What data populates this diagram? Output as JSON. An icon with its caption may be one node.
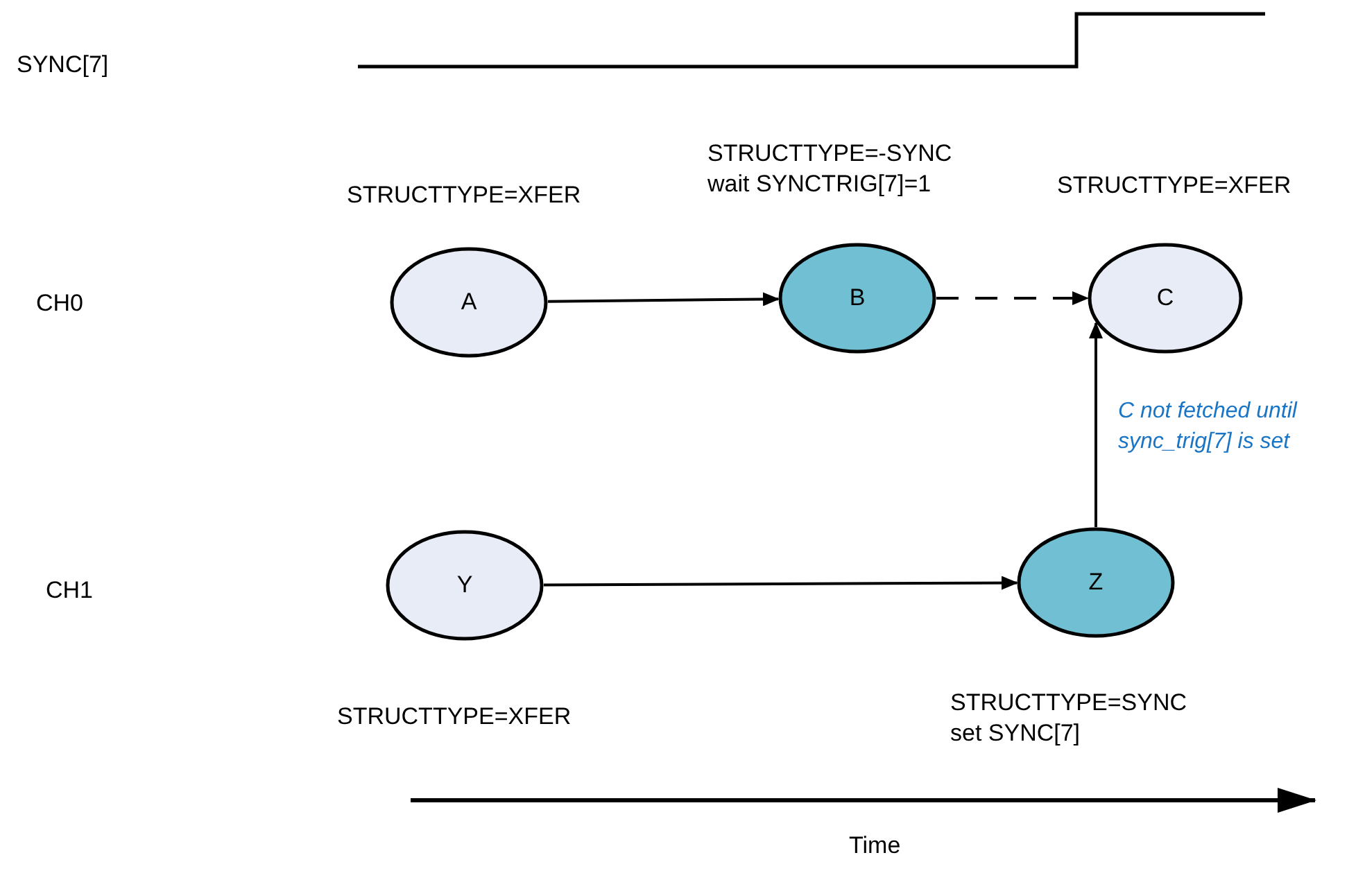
{
  "diagram": {
    "nodes": [
      {
        "text": [
          "A"
        ],
        "beside": [
          "STRUCTTYPE=XFER"
        ]
      },
      {
        "text": [
          "B"
        ],
        "beside": [
          "STRUCTTYPE=-SYNC wait SYNCTRIG[7]=1"
        ]
      },
      {
        "text": [
          "C"
        ],
        "beside": [
          "STRUCTTYPE=XFER"
        ]
      },
      {
        "text": [
          "Y"
        ],
        "beside": [
          "STRUCTTYPE=XFER"
        ]
      },
      {
        "text": [
          "Z"
        ],
        "beside": [
          "STRUCTTYPE=SYNC set SYNC[7]"
        ]
      }
    ],
    "edges": [
      {
        "from": 0,
        "to": 1,
        "arrow": "to"
      },
      {
        "from": 1,
        "to": 2,
        "arrow": "to",
        "style": "dashed"
      },
      {
        "from": 3,
        "to": 4,
        "arrow": "to"
      },
      {
        "from": 4,
        "to": 2,
        "arrow": "to",
        "label": "C not fetched until sync_trig[7] is set"
      }
    ],
    "labels": [
      "SYNC[7]",
      "CH0",
      "CH1",
      "Time"
    ]
  }
}
